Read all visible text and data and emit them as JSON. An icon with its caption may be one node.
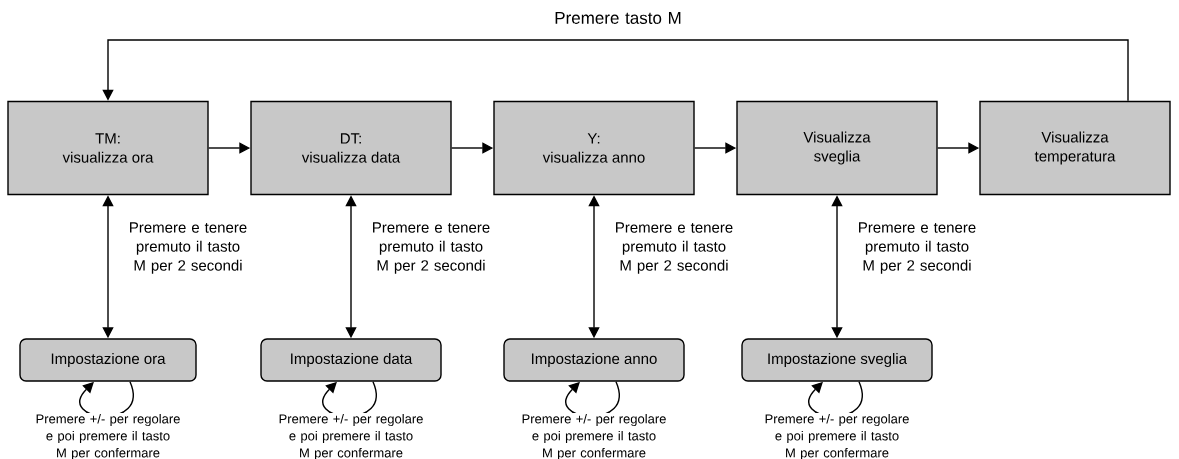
{
  "diagram": {
    "nodes": [
      {
        "text": [
          "TM:",
          "visualizza ora"
        ]
      },
      {
        "text": [
          "DT:",
          "visualizza data"
        ]
      },
      {
        "text": [
          "Y:",
          "visualizza anno"
        ]
      },
      {
        "text": [
          "Visualizza sveglia"
        ]
      },
      {
        "text": [
          "Visualizza temperatura"
        ]
      },
      {
        "text": [
          "Impostazione ora"
        ]
      },
      {
        "text": [
          "Impostazione data"
        ]
      },
      {
        "text": [
          "Impostazione anno"
        ]
      },
      {
        "text": [
          "Impostazione sveglia"
        ]
      }
    ],
    "edges": [
      {
        "from": 0,
        "to": 1,
        "arrow": "to"
      },
      {
        "from": 1,
        "to": 2,
        "arrow": "to"
      },
      {
        "from": 2,
        "to": 3,
        "arrow": "to"
      },
      {
        "from": 3,
        "to": 4,
        "arrow": "to"
      },
      {
        "from": 4,
        "to": 0,
        "arrow": "to",
        "label": "Premere tasto M"
      },
      {
        "from": 0,
        "to": 5,
        "arrow": "both",
        "label": "Premere e tenere premuto il tasto M per 2 secondi"
      },
      {
        "from": 1,
        "to": 6,
        "arrow": "both",
        "label": "Premere e tenere premuto il tasto M per 2 secondi"
      },
      {
        "from": 2,
        "to": 7,
        "arrow": "both",
        "label": "Premere e tenere premuto il tasto M per 2 secondi"
      },
      {
        "from": 3,
        "to": 8,
        "arrow": "both",
        "label": "Premere e tenere premuto il tasto M per 2 secondi"
      },
      {
        "from": 5,
        "to": 5,
        "arrow": "to",
        "label": "Premere +/- per regolare e poi premere il tasto M per confermare"
      },
      {
        "from": 6,
        "to": 6,
        "arrow": "to",
        "label": "Premere +/- per regolare e poi premere il tasto M per confermare"
      },
      {
        "from": 7,
        "to": 7,
        "arrow": "to",
        "label": "Premere +/- per regolare e poi premere il tasto M per confermare"
      },
      {
        "from": 8,
        "to": 8,
        "arrow": "to",
        "label": "Premere +/- per regolare e poi premere il tasto M per confermare"
      }
    ]
  }
}
